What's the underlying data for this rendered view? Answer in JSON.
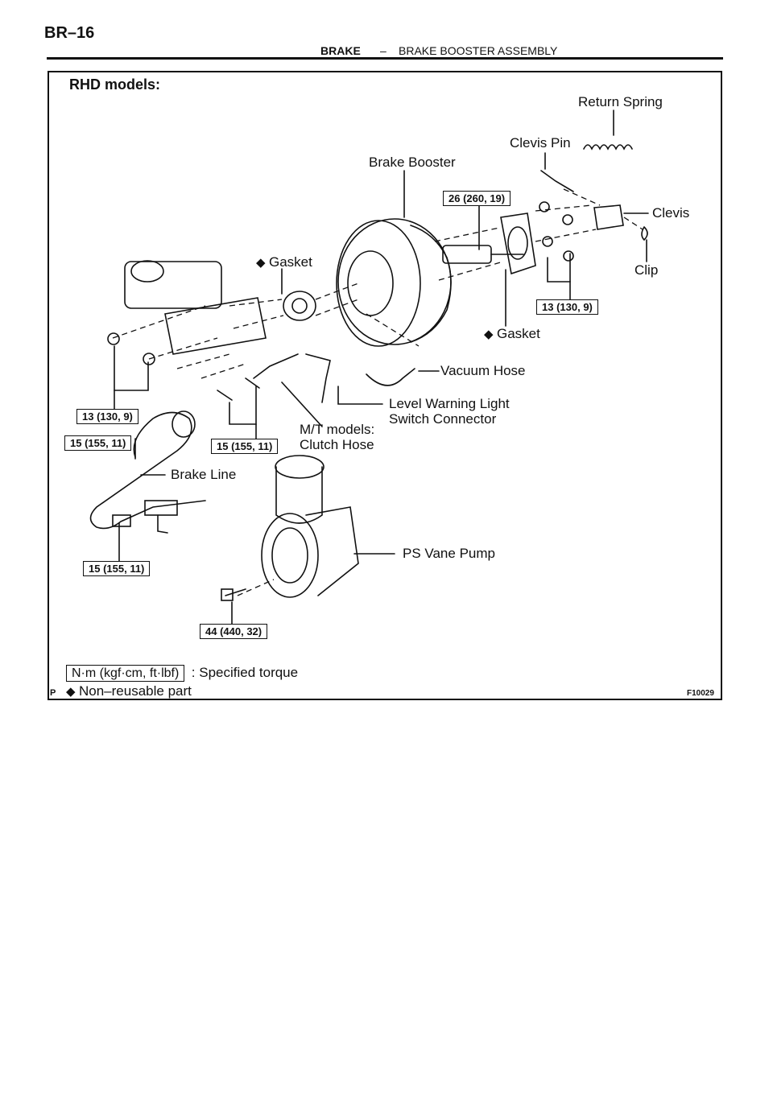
{
  "header": {
    "page_number": "BR–16",
    "section": "BRAKE",
    "separator": "–",
    "subsection": "BRAKE BOOSTER ASSEMBLY"
  },
  "diagram": {
    "model_title": "RHD models:",
    "labels": {
      "return_spring": "Return Spring",
      "clevis_pin": "Clevis Pin",
      "brake_booster": "Brake Booster",
      "clevis": "Clevis",
      "clip": "Clip",
      "gasket_left": "Gasket",
      "gasket_right": "Gasket",
      "vacuum_hose": "Vacuum Hose",
      "level_warning_1": "Level Warning Light",
      "level_warning_2": "Switch Connector",
      "mt_models": "M/T models:",
      "clutch_hose": "Clutch Hose",
      "brake_line": "Brake Line",
      "ps_vane_pump": "PS Vane Pump"
    },
    "torques": {
      "booster_nut": "26 (260, 19)",
      "clevis_nut": "13 (130, 9)",
      "master_cyl_nut": "13 (130, 9)",
      "brake_line_top": "15 (155, 11)",
      "clutch_union": "15 (155, 11)",
      "brake_line_bottom": "15 (155, 11)",
      "pump_bolt": "44 (440, 32)"
    },
    "diamond_symbol": "◆"
  },
  "legend": {
    "torque_unit": "N·m (kgf·cm, ft·lbf)",
    "torque_desc": ": Specified torque",
    "non_reusable": "Non–reusable part"
  },
  "footer": {
    "p_mark": "P",
    "figure_id": "F10029"
  }
}
